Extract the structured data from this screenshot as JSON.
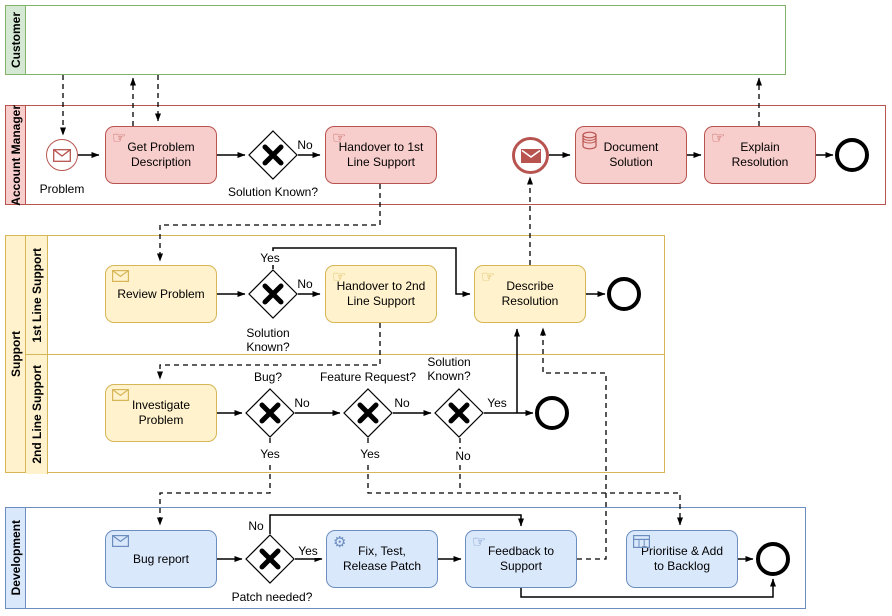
{
  "diagram_type": "BPMN swimlane process",
  "lanes": {
    "customer": "Customer",
    "account_manager": "Account Manager",
    "support": "Support",
    "support_l1": "1st Line Support",
    "support_l2": "2nd Line Support",
    "development": "Development"
  },
  "nodes": {
    "problem": "Problem",
    "get_problem_description": "Get Problem Description",
    "handover_1st": "Handover to 1st Line Support",
    "document_solution": "Document Solution",
    "explain_resolution": "Explain Resolution",
    "review_problem": "Review Problem",
    "handover_2nd": "Handover to 2nd Line Support",
    "describe_resolution": "Describe Resolution",
    "investigate_problem": "Investigate Problem",
    "bug_report": "Bug report",
    "fix_test_release_patch": "Fix, Test, Release Patch",
    "feedback_to_support": "Feedback to Support",
    "prioritise_backlog": "Prioritise & Add to Backlog"
  },
  "gateways": {
    "am_solution_known": "Solution Known?",
    "l1_solution_known": "Solution Known?",
    "bug": "Bug?",
    "feature_request": "Feature Request?",
    "l2_solution_known": "Solution Known?",
    "patch_needed": "Patch needed?"
  },
  "flow_labels": {
    "am_no": "No",
    "l1_yes": "Yes",
    "l1_no": "No",
    "bug_no": "No",
    "bug_yes": "Yes",
    "fr_no": "No",
    "fr_yes": "Yes",
    "sk2_yes": "Yes",
    "sk2_no": "No",
    "patch_no": "No",
    "patch_yes": "Yes"
  },
  "icons": {
    "manual_hand": "☞",
    "service_gear": "⚙"
  },
  "colors": {
    "customer_border": "#82b366",
    "customer_fill": "#d5e8d4",
    "manager_border": "#b85450",
    "manager_fill": "#f8cecc",
    "support_border": "#d6b656",
    "support_fill": "#fff2cc",
    "development_border": "#6c8ebf",
    "development_fill": "#dae8fc",
    "flow": "#000000"
  }
}
